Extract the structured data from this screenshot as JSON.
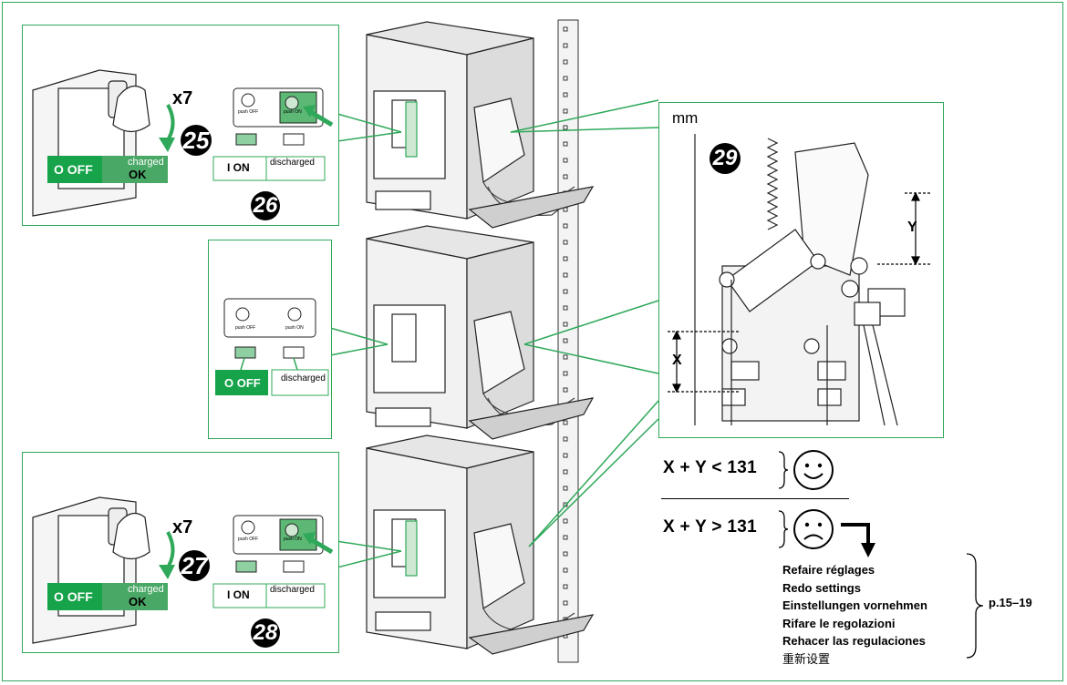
{
  "colors": {
    "accent": "#2fa85a",
    "off_green": "#16a34a",
    "status_green": "#34a853",
    "ink": "#1a1a1a"
  },
  "labels": {
    "x7": "x7",
    "off": "O OFF",
    "on": "I ON",
    "charged": "charged",
    "ok": "OK",
    "discharged": "discharged",
    "push_off": "push OFF",
    "push_on": "push ON",
    "mm": "mm",
    "x_dim": "X",
    "y_dim": "Y"
  },
  "steps": [
    "25",
    "26",
    "27",
    "28",
    "29"
  ],
  "formulas": {
    "ok": "X + Y < 131",
    "not_ok": "X + Y > 131"
  },
  "icons": {
    "ok": "smiley-happy-icon",
    "not_ok": "smiley-sad-icon"
  },
  "redo_settings": [
    "Refaire réglages",
    "Redo settings",
    "Einstellungen vornehmen",
    "Rifare le regolazioni",
    "Rehacer las regulaciones",
    "重新设置"
  ],
  "page_ref": "p.15–19"
}
